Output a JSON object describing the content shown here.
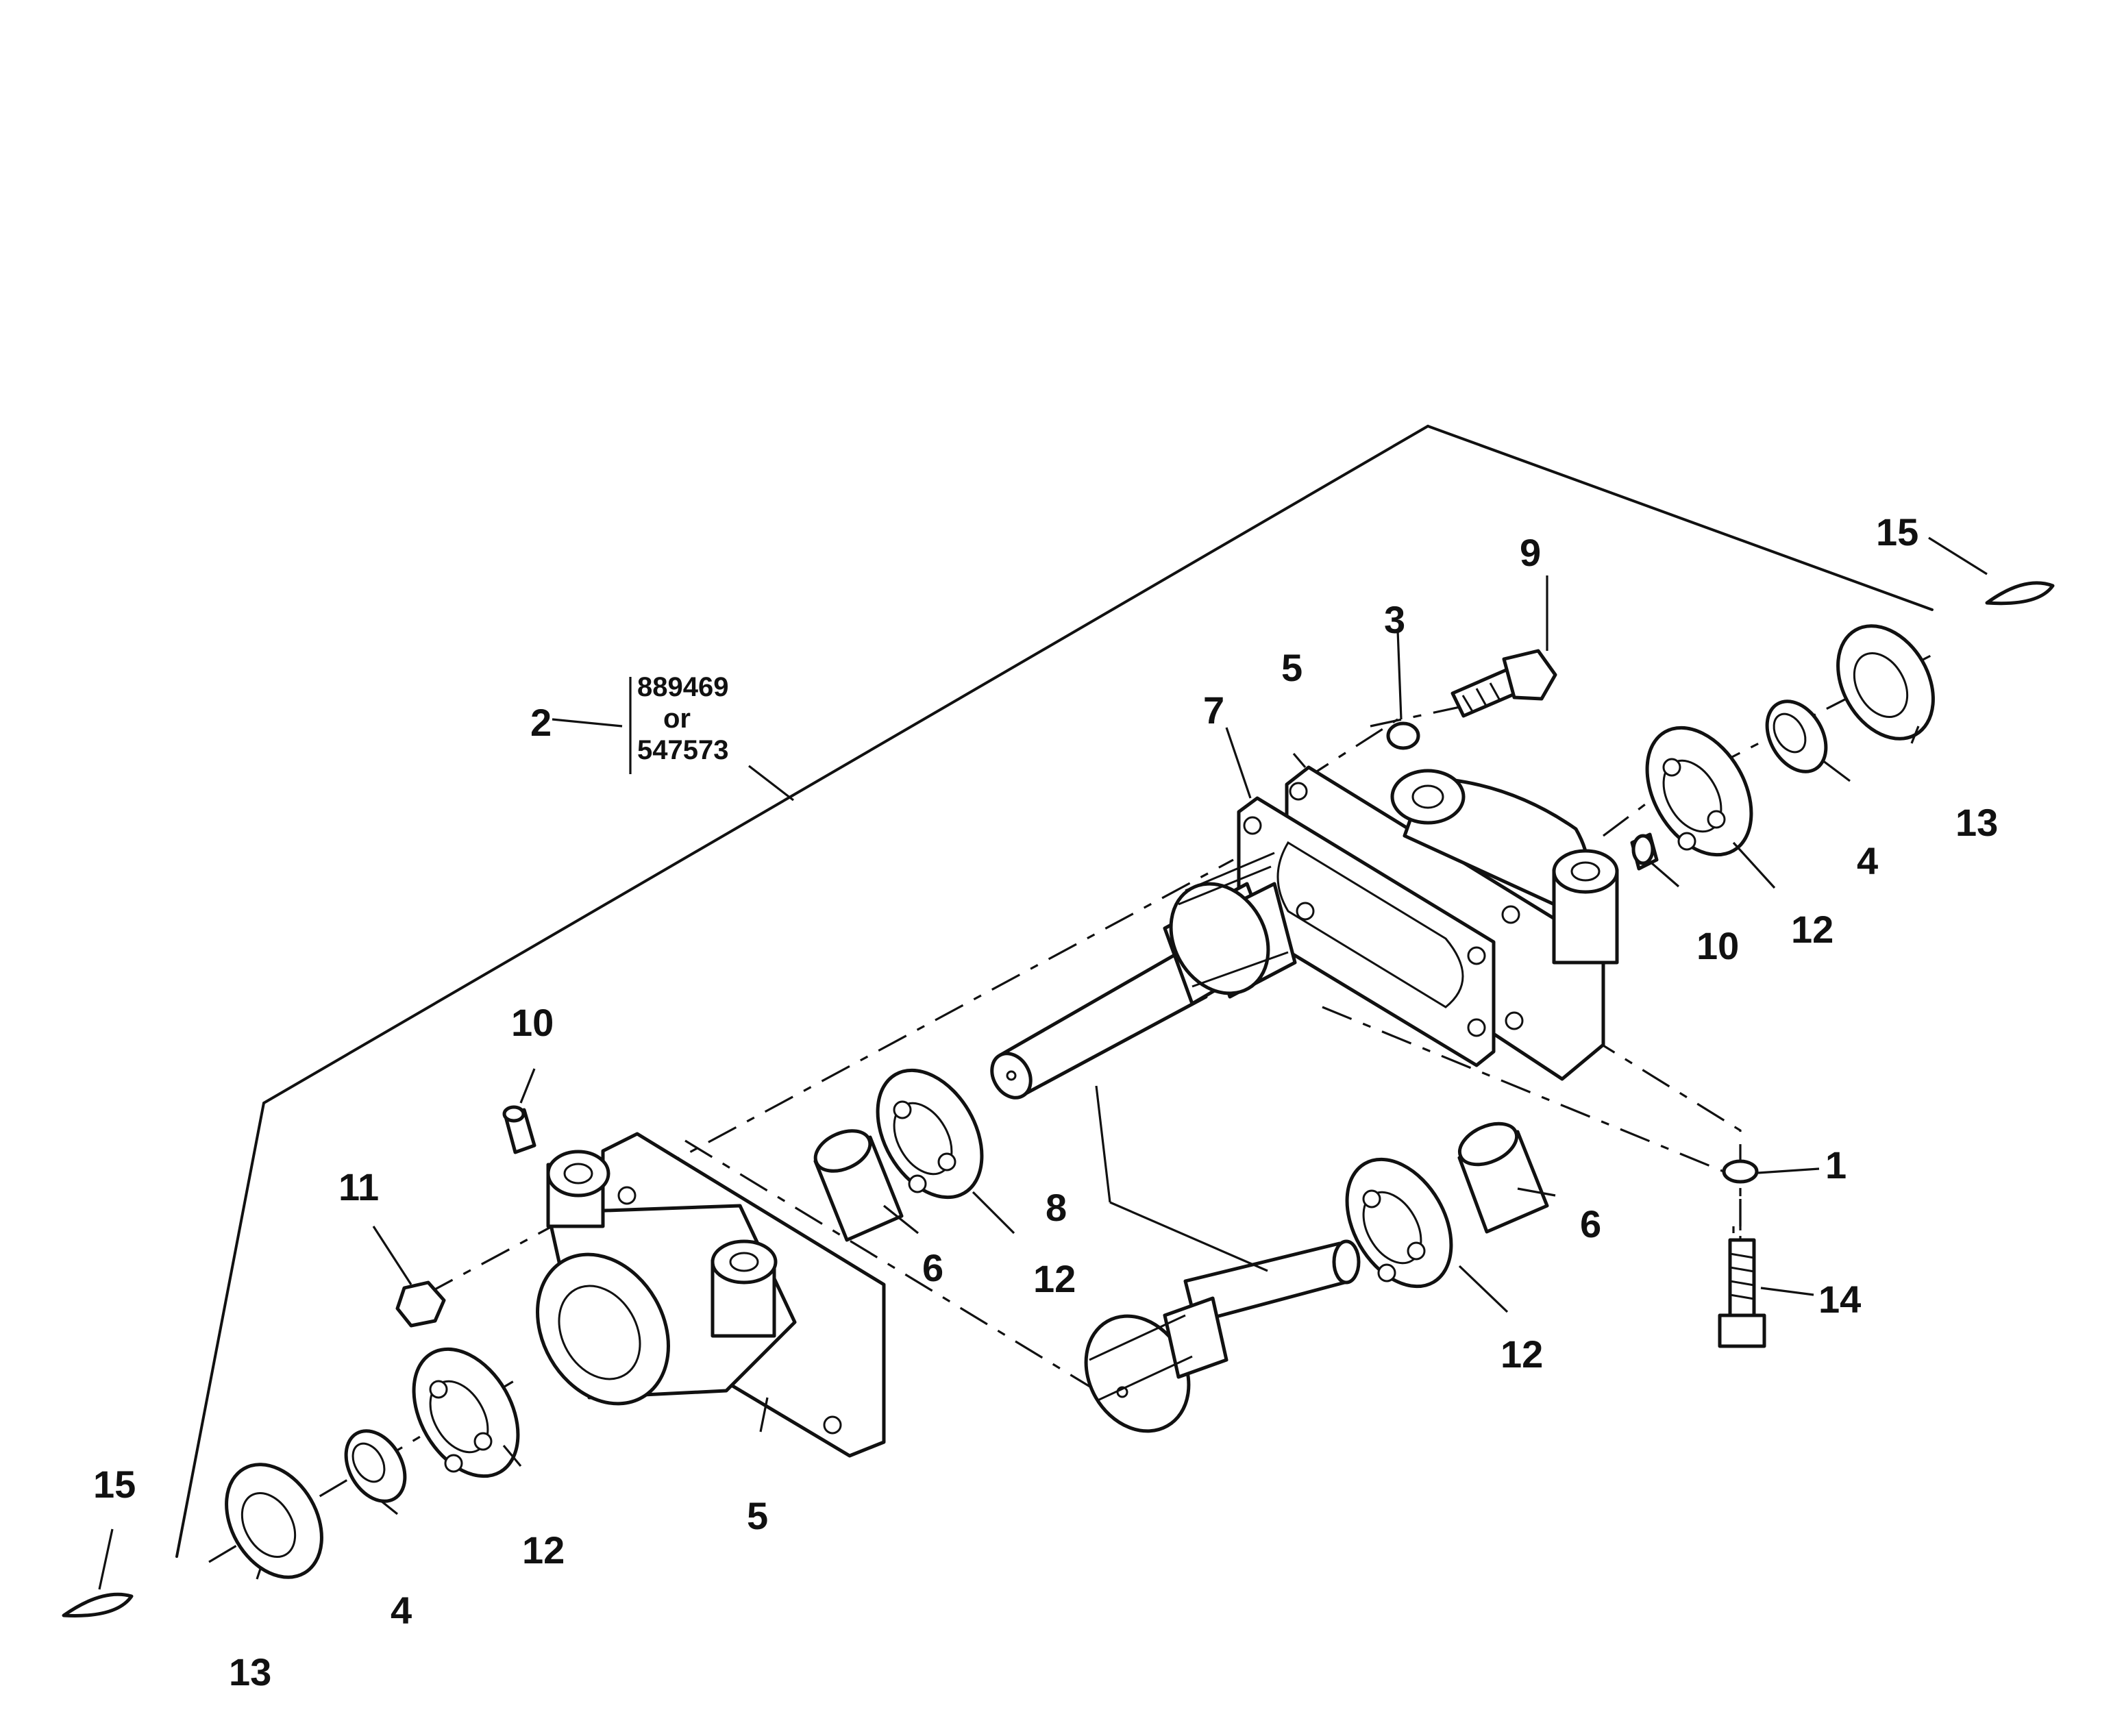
{
  "callouts": {
    "c1": "1",
    "c2": "2",
    "c3": "3",
    "c4a": "4",
    "c4b": "4",
    "c5a": "5",
    "c5b": "5",
    "c6a": "6",
    "c6b": "6",
    "c7": "7",
    "c8": "8",
    "c9": "9",
    "c10a": "10",
    "c10b": "10",
    "c11": "11",
    "c12a": "12",
    "c12b": "12",
    "c12c": "12",
    "c12d": "12",
    "c13a": "13",
    "c13b": "13",
    "c14": "14",
    "c15a": "15",
    "c15b": "15"
  },
  "part_numbers": {
    "first": "889469",
    "separator": "or",
    "second": "547573"
  }
}
